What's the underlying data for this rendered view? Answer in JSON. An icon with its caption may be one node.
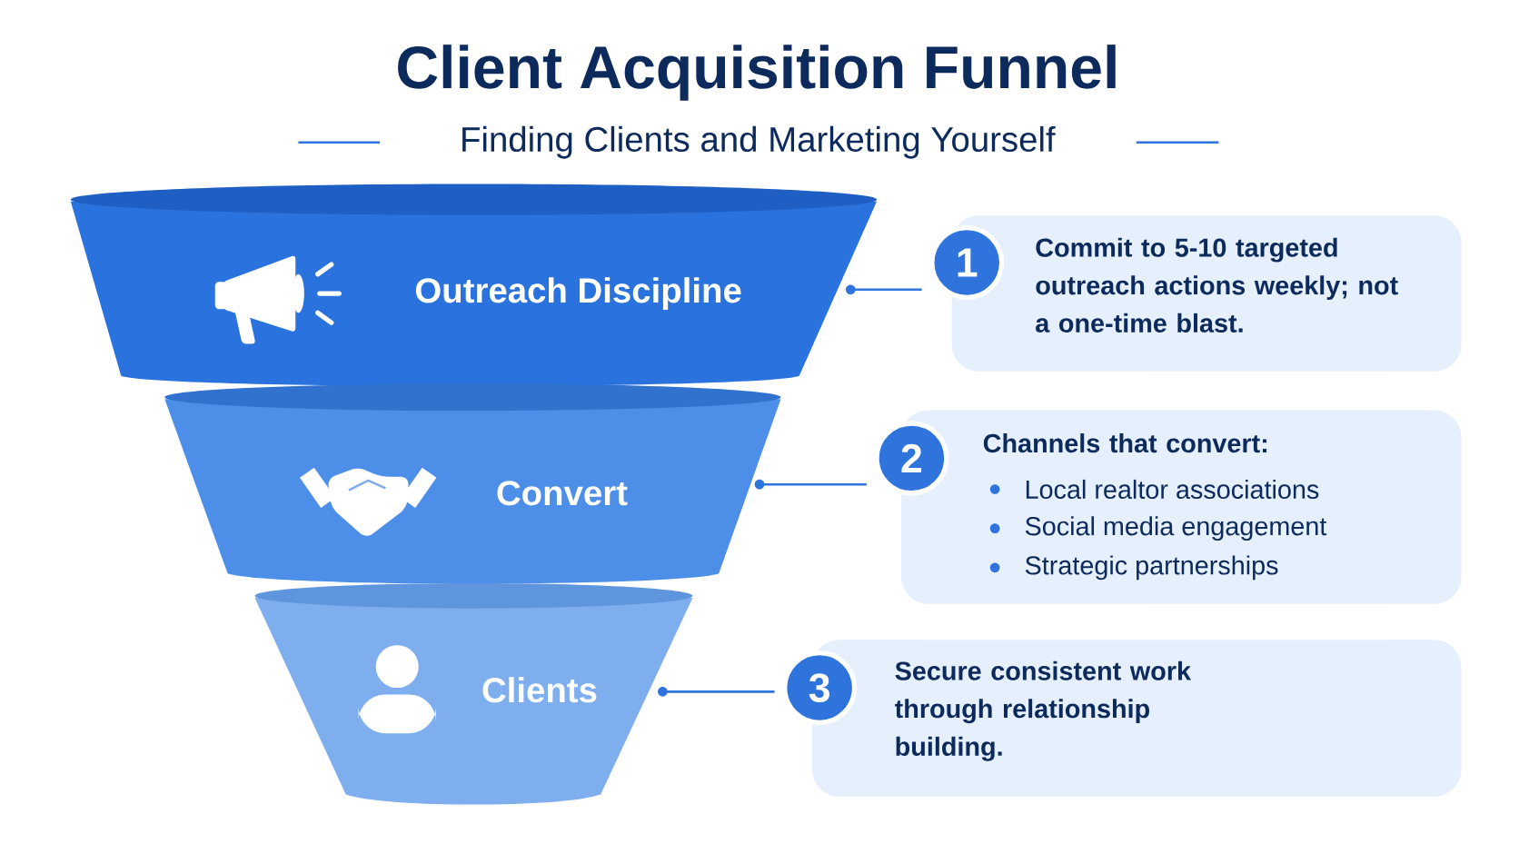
{
  "diagram": {
    "title": "Client Acquisition Funnel",
    "caption": "Finding Clients and Marketing Yourself",
    "nodes": [
      {
        "text": [
          "Outreach Discipline"
        ]
      },
      {
        "text": [
          "1"
        ]
      },
      {
        "text": [
          "Commit to 5-10 targeted outreach actions weekly; not a one-time blast."
        ]
      },
      {
        "text": [
          "Convert"
        ]
      },
      {
        "text": [
          "2"
        ]
      },
      {
        "text": [
          "Channels that convert:",
          "Local realtor associations",
          "Social media engagement",
          "Strategic partnerships"
        ]
      },
      {
        "text": [
          "Clients"
        ]
      },
      {
        "text": [
          "3"
        ]
      },
      {
        "text": [
          "Secure consistent work through relationship building."
        ]
      }
    ],
    "edges": [
      {
        "from": 0,
        "to": 1,
        "arrow": "none"
      },
      {
        "from": 3,
        "to": 4,
        "arrow": "none"
      },
      {
        "from": 6,
        "to": 7,
        "arrow": "none"
      }
    ]
  }
}
